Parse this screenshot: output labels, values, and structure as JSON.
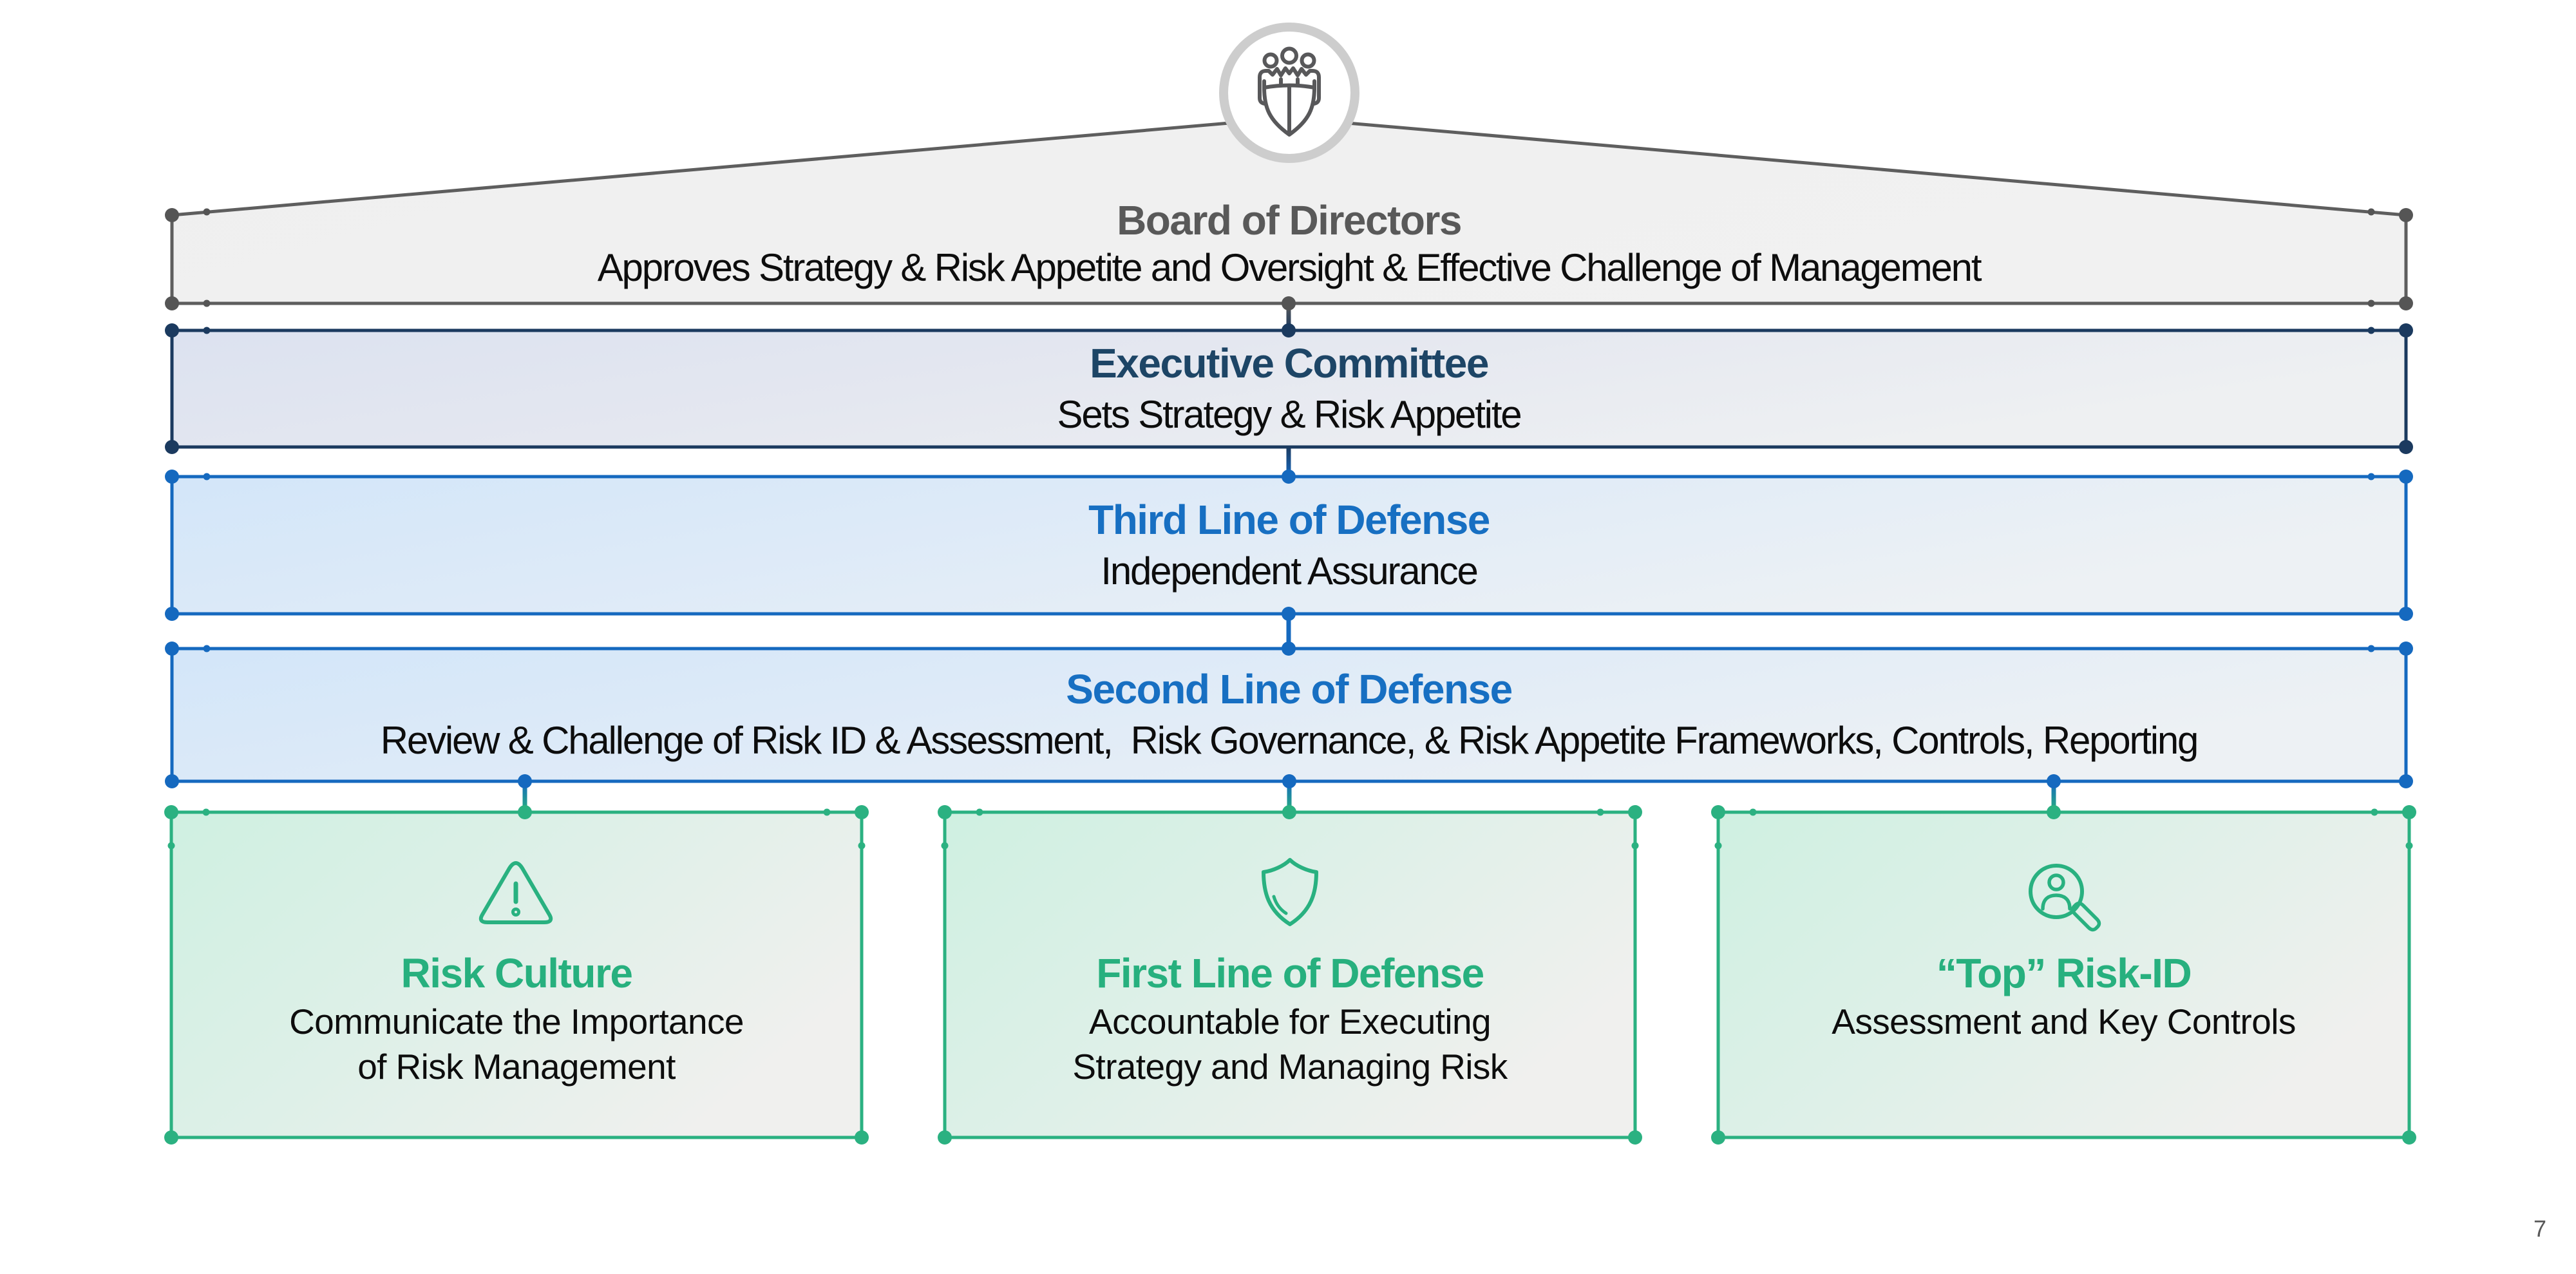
{
  "slide": {
    "kind": "risk-governance-three-lines-of-defense-diagram",
    "page_number": "7",
    "colors": {
      "grey_accent": "#595959",
      "navy_accent": "#1c3a60",
      "blue_accent": "#1569bf",
      "green_accent": "#28b07d",
      "body_text": "#0d0d0d",
      "roof_fill": "#f0f0f0",
      "circle_ring": "#cdcdcd"
    },
    "board": {
      "icon": "team-shield-icon",
      "title": "Board of Directors",
      "subtitle": "Approves Strategy & Risk Appetite and Oversight & Effective Challenge of Management"
    },
    "executive": {
      "title": "Executive Committee",
      "subtitle": "Sets Strategy & Risk Appetite"
    },
    "third_line": {
      "title": "Third Line of Defense",
      "subtitle": "Independent Assurance"
    },
    "second_line": {
      "title": "Second Line of Defense",
      "subtitle": "Review & Challenge of Risk ID & Assessment,  Risk Governance, & Risk Appetite Frameworks, Controls, Reporting"
    },
    "risk_culture": {
      "icon": "warning-triangle-icon",
      "title": "Risk Culture",
      "subtitle": "Communicate the Importance\nof Risk Management"
    },
    "first_line": {
      "icon": "shield-icon",
      "title": "First Line of Defense",
      "subtitle": "Accountable for Executing\nStrategy and Managing Risk"
    },
    "top_risk_id": {
      "icon": "person-magnifier-icon",
      "title": "“Top” Risk-ID",
      "subtitle": "Assessment and Key Controls"
    }
  }
}
